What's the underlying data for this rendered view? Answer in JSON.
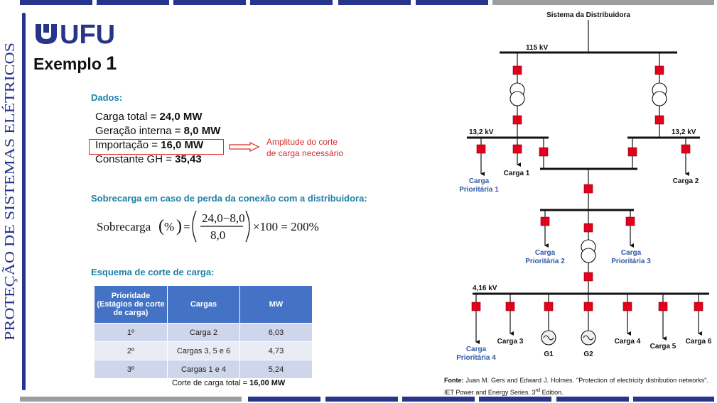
{
  "header": {
    "logo_text": "UFU",
    "vertical_title": "PROTEÇÃO DE SISTEMAS ELÉTRICOS",
    "title_word": "Exemplo",
    "title_number": "1"
  },
  "dados": {
    "heading": "Dados:",
    "items": [
      {
        "label": "Carga total = ",
        "value": "24,0 MW"
      },
      {
        "label": "Geração interna = ",
        "value": "8,0 MW"
      },
      {
        "label": "Importação = ",
        "value": "16,0 MW"
      },
      {
        "label": "Constante GH = ",
        "value": "35,43"
      }
    ],
    "annotation_line1": "Amplitude do corte",
    "annotation_line2": "de carga necessário"
  },
  "sobrecarga": {
    "heading": "Sobrecarga em caso de perda da conexão com a distribuidora:",
    "lhs": "Sobrecarga",
    "unit": "%",
    "numerator": "24,0−8,0",
    "denominator": "8,0",
    "rhs": "×100 = 200%"
  },
  "esquema": {
    "heading": "Esquema de corte de carga:",
    "headers": [
      "Prioridade (Estágios de corte de carga)",
      "Cargas",
      "MW"
    ],
    "rows": [
      {
        "prio": "1º",
        "cargas": "Carga 2",
        "mw": "6,03"
      },
      {
        "prio": "2º",
        "cargas": "Cargas 3, 5 e 6",
        "mw": "4,73"
      },
      {
        "prio": "3º",
        "cargas": "Cargas 1 e 4",
        "mw": "5,24"
      }
    ],
    "total_label": "Corte de carga total = ",
    "total_value": "16,00 MW"
  },
  "diagram": {
    "title": "Sistema da Distribuidora",
    "bus_115": "115 kV",
    "bus_13_left": "13,2 kV",
    "bus_13_right": "13,2 kV",
    "bus_416": "4,16 kV",
    "labels": {
      "prio1_a": "Carga",
      "prio1_b": "Prioritária 1",
      "carga1": "Carga 1",
      "carga2": "Carga 2",
      "prio2_a": "Carga",
      "prio2_b": "Prioritária 2",
      "prio3_a": "Carga",
      "prio3_b": "Prioritária 3",
      "prio4_a": "Carga",
      "prio4_b": "Prioritária 4",
      "carga3": "Carga 3",
      "g1": "G1",
      "g2": "G2",
      "carga4": "Carga 4",
      "carga5": "Carga 5",
      "carga6": "Carga 6"
    },
    "colors": {
      "breaker": "#e3001b",
      "prioritaria": "#2f5aa8",
      "line": "#111111"
    }
  },
  "fonte": {
    "label": "Fonte:",
    "text": " Juan M. Gers and Edward J. Holmes. \"Protection of electricity distribution networks\". IET Power and Energy Series. 3",
    "sup": "rd",
    "end": " Edition."
  }
}
